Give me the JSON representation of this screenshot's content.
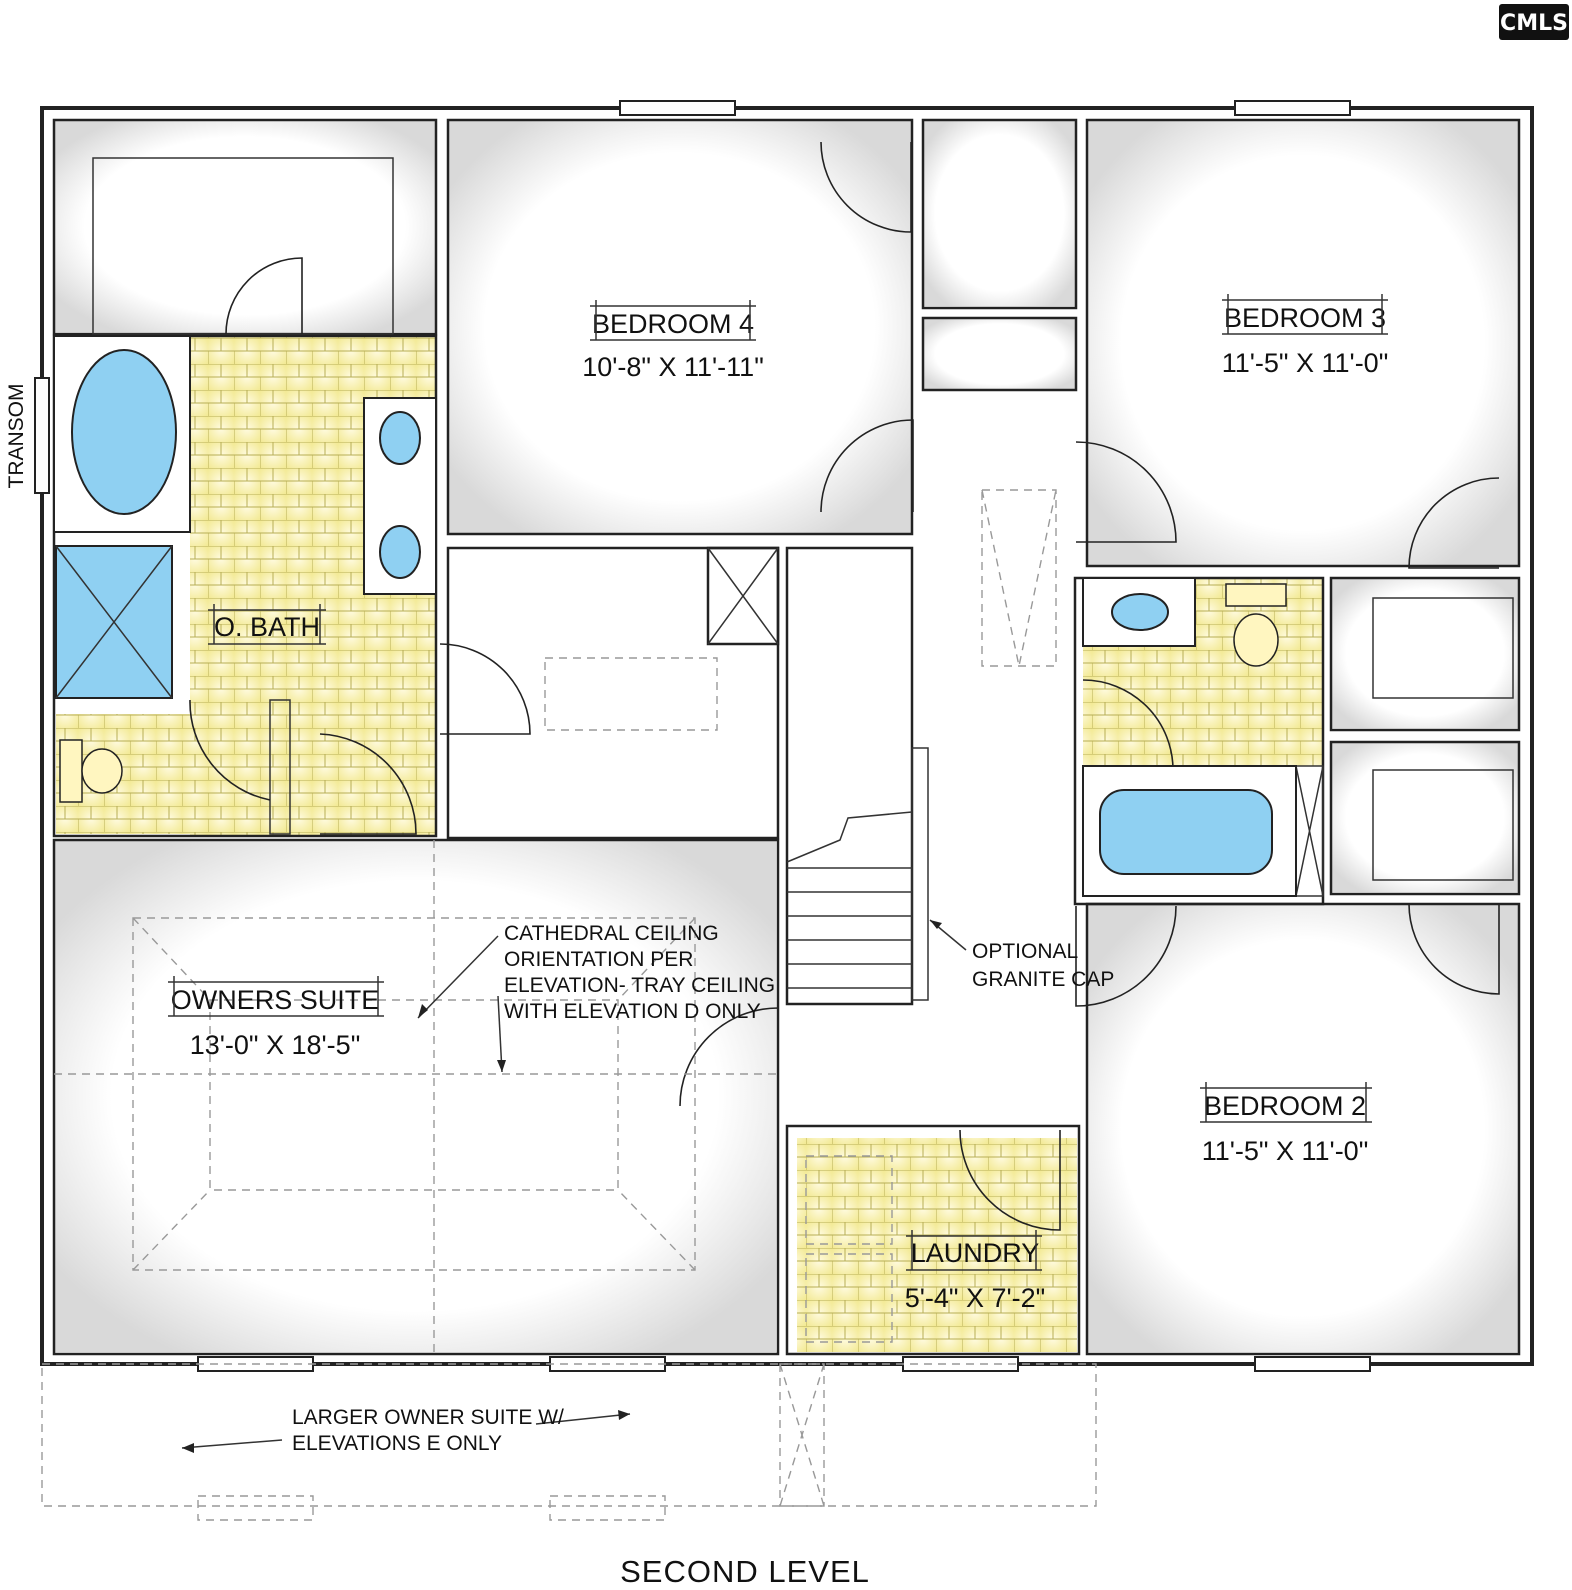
{
  "logo": {
    "text": "CMLS"
  },
  "plan": {
    "level_title": "SECOND LEVEL",
    "rooms": {
      "bedroom4": {
        "name": "BEDROOM 4",
        "dims": "10'-8\" X 11'-11\""
      },
      "bedroom3": {
        "name": "BEDROOM 3",
        "dims": "11'-5\" X 11'-0\""
      },
      "bedroom2": {
        "name": "BEDROOM 2",
        "dims": "11'-5\" X 11'-0\""
      },
      "owners_suite": {
        "name": "OWNERS SUITE",
        "dims": "13'-0\" X 18'-5\""
      },
      "laundry": {
        "name": "LAUNDRY",
        "dims": "5'-4\" X 7'-2\""
      },
      "owner_bath": {
        "name": "O. BATH"
      }
    },
    "notes": {
      "transom": "TRANSOM",
      "cathedral": [
        "CATHEDRAL CEILING",
        "ORIENTATION PER",
        "ELEVATION- TRAY CEILING",
        "WITH ELEVATION D ONLY"
      ],
      "granite": [
        "OPTIONAL",
        "GRANITE CAP"
      ],
      "larger_suite": [
        "LARGER OWNER SUITE  W/",
        "ELEVATIONS E ONLY"
      ]
    },
    "colors": {
      "tile": "#f5ef9e",
      "fixture": "#8fd0f2",
      "wall": "#222222"
    }
  }
}
